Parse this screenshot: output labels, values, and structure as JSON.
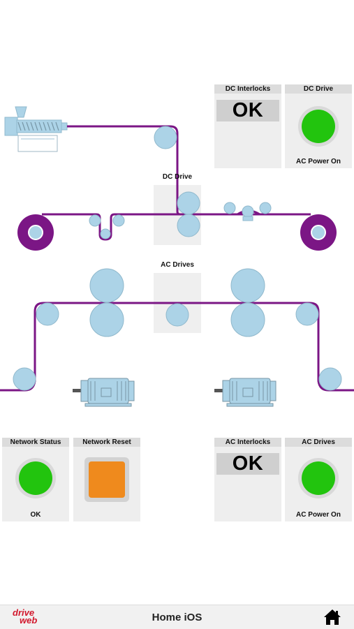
{
  "colors": {
    "web": "#7b1685",
    "roller": "#acd3e7",
    "roller_stroke": "#8fb8cc",
    "ok_green": "#22c40e",
    "reset_orange": "#ef8a1d",
    "brand_red": "#d2182d"
  },
  "panels": {
    "dc_interlocks": {
      "title": "DC Interlocks",
      "status": "OK"
    },
    "dc_drive": {
      "title": "DC Drive",
      "footer": "AC Power On"
    },
    "network_status": {
      "title": "Network Status",
      "footer": "OK"
    },
    "network_reset": {
      "title": "Network Reset"
    },
    "ac_interlocks": {
      "title": "AC Interlocks",
      "status": "OK"
    },
    "ac_drives": {
      "title": "AC Drives",
      "footer": "AC Power On"
    }
  },
  "diagram": {
    "dc_drive_label": "DC Drive",
    "ac_drives_label": "AC Drives"
  },
  "bottom_bar": {
    "title": "Home iOS",
    "logo_line1": "drive",
    "logo_line2": "web",
    "home_icon": "home-icon"
  }
}
